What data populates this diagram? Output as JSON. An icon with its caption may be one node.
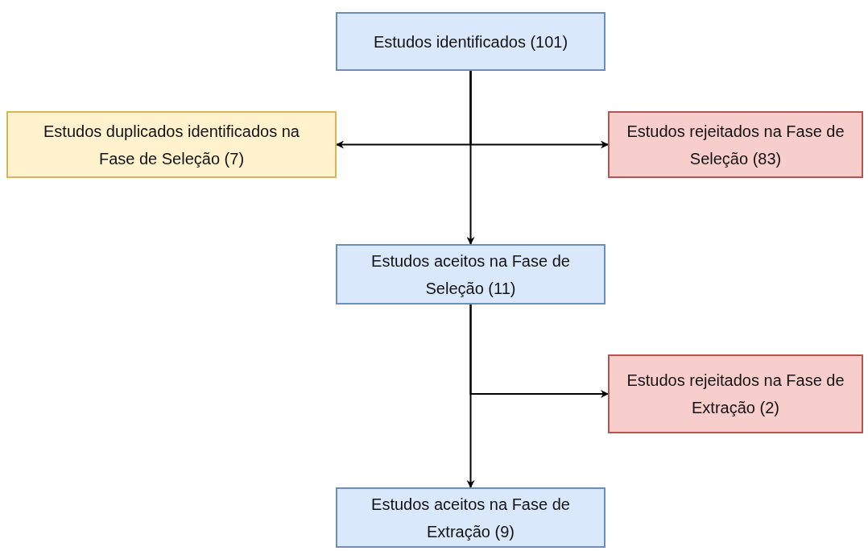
{
  "diagram": {
    "nodes": [
      {
        "text": [
          "Estudos identificados (101)"
        ]
      },
      {
        "text": [
          "Estudos duplicados identificados na Fase de Seleção (7)"
        ]
      },
      {
        "text": [
          "Estudos rejeitados na Fase de Seleção (83)"
        ]
      },
      {
        "text": [
          "Estudos aceitos na Fase de Seleção (11)"
        ]
      },
      {
        "text": [
          "Estudos rejeitados na Fase de Extração (2)"
        ]
      },
      {
        "text": [
          "Estudos aceitos na Fase de Extração (9)"
        ]
      }
    ],
    "edges": [
      {
        "from": 0,
        "to": 1,
        "arrow": "to"
      },
      {
        "from": 0,
        "to": 2,
        "arrow": "to"
      },
      {
        "from": 0,
        "to": 3,
        "arrow": "to"
      },
      {
        "from": 3,
        "to": 4,
        "arrow": "to"
      },
      {
        "from": 3,
        "to": 5,
        "arrow": "to"
      }
    ]
  }
}
